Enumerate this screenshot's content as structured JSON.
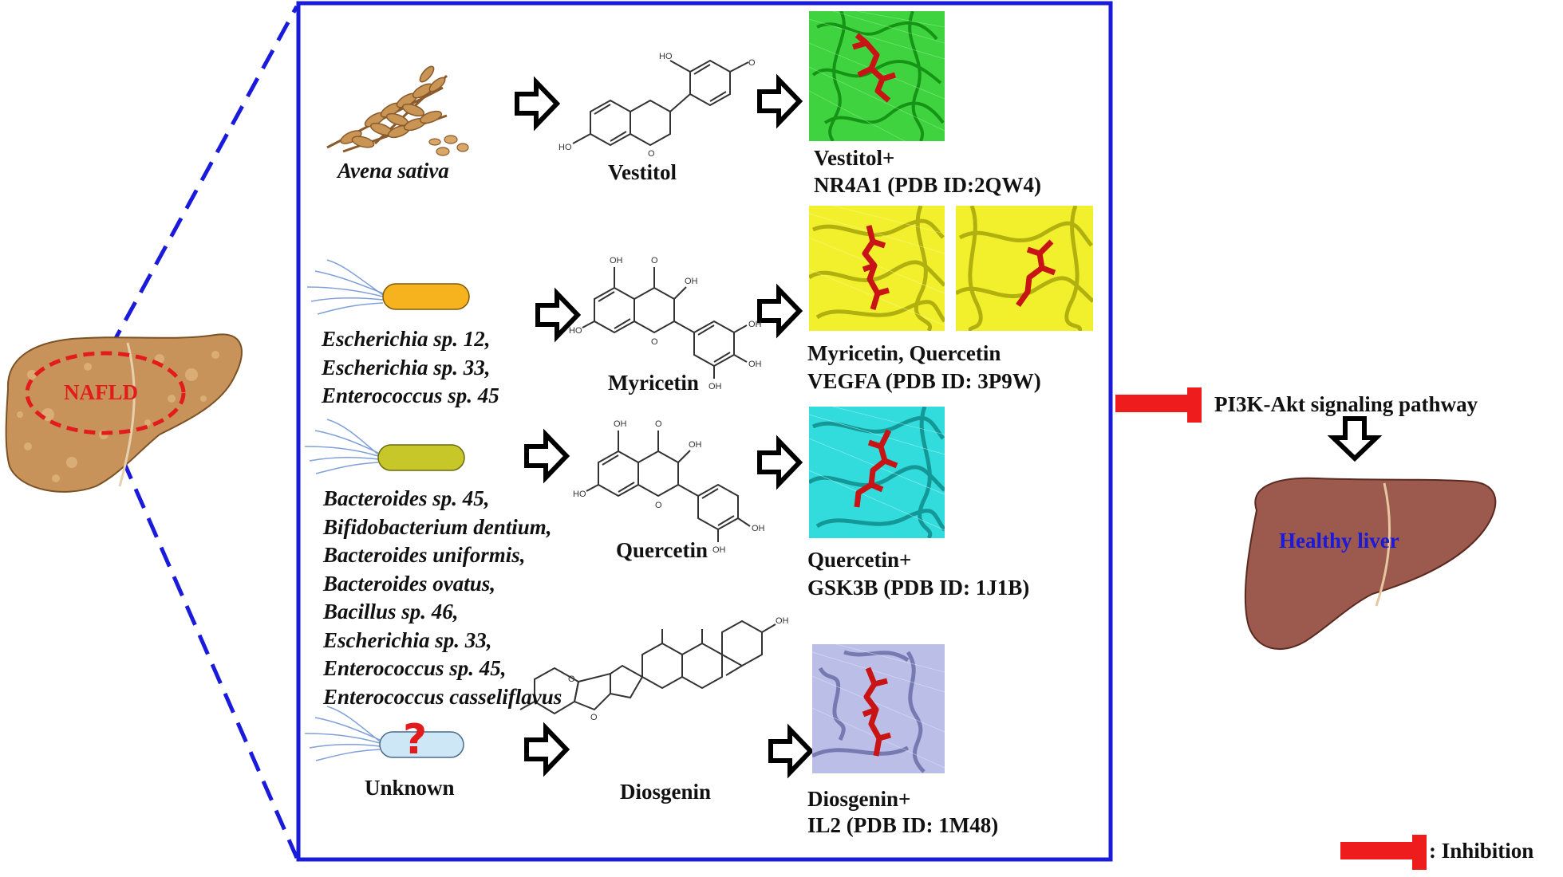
{
  "nafld_label": "NAFLD",
  "healthy_label": "Healthy liver",
  "pathway_label": "PI3K-Akt signaling pathway",
  "legend_label": ": Inhibition",
  "rows": [
    {
      "source": "Avena sativa",
      "compound": "Vestitol",
      "target_line1": "Vestitol+",
      "target_line2": "NR4A1 (PDB ID:2QW4)"
    },
    {
      "sources": [
        "Escherichia sp. 12,",
        "Escherichia sp. 33,",
        "Enterococcus sp. 45"
      ],
      "compound": "Myricetin",
      "target_line1": "Myricetin, Quercetin",
      "target_line2": "VEGFA (PDB ID: 3P9W)"
    },
    {
      "sources": [
        "Bacteroides sp. 45,",
        "Bifidobacterium dentium,",
        "Bacteroides uniformis,",
        "Bacteroides ovatus,",
        "Bacillus sp. 46,",
        "Escherichia sp. 33,",
        "Enterococcus sp. 45,",
        "Enterococcus casseliflavus"
      ],
      "compound": "Quercetin",
      "target_line1": "Quercetin+",
      "target_line2": "GSK3B (PDB ID: 1J1B)"
    },
    {
      "source": "Unknown",
      "compound": "Diosgenin",
      "target_line1": "Diosgenin+",
      "target_line2": "IL2 (PDB ID: 1M48)"
    }
  ],
  "colors": {
    "box_border": "#1a1adb",
    "dashed_lines": "#1a1adb",
    "inhibition": "#ee1c1c",
    "liver_nafld": "#c8935a",
    "liver_healthy": "#9c5a4e",
    "nafld_text": "#e21c1c",
    "healthy_text": "#1a1adb",
    "protein_green": "#2ecc2e",
    "protein_yellow": "#f1ef2a",
    "protein_cyan": "#2ed8d8",
    "protein_lavender": "#b9bde6",
    "ligand": "#c81414"
  },
  "icons": [
    "oat-grain-icon",
    "bacterium-orange-icon",
    "bacterium-olive-icon",
    "bacterium-unknown-icon",
    "question-mark-icon",
    "hollow-arrow-icon",
    "inhibition-symbol-icon",
    "liver-icon"
  ]
}
